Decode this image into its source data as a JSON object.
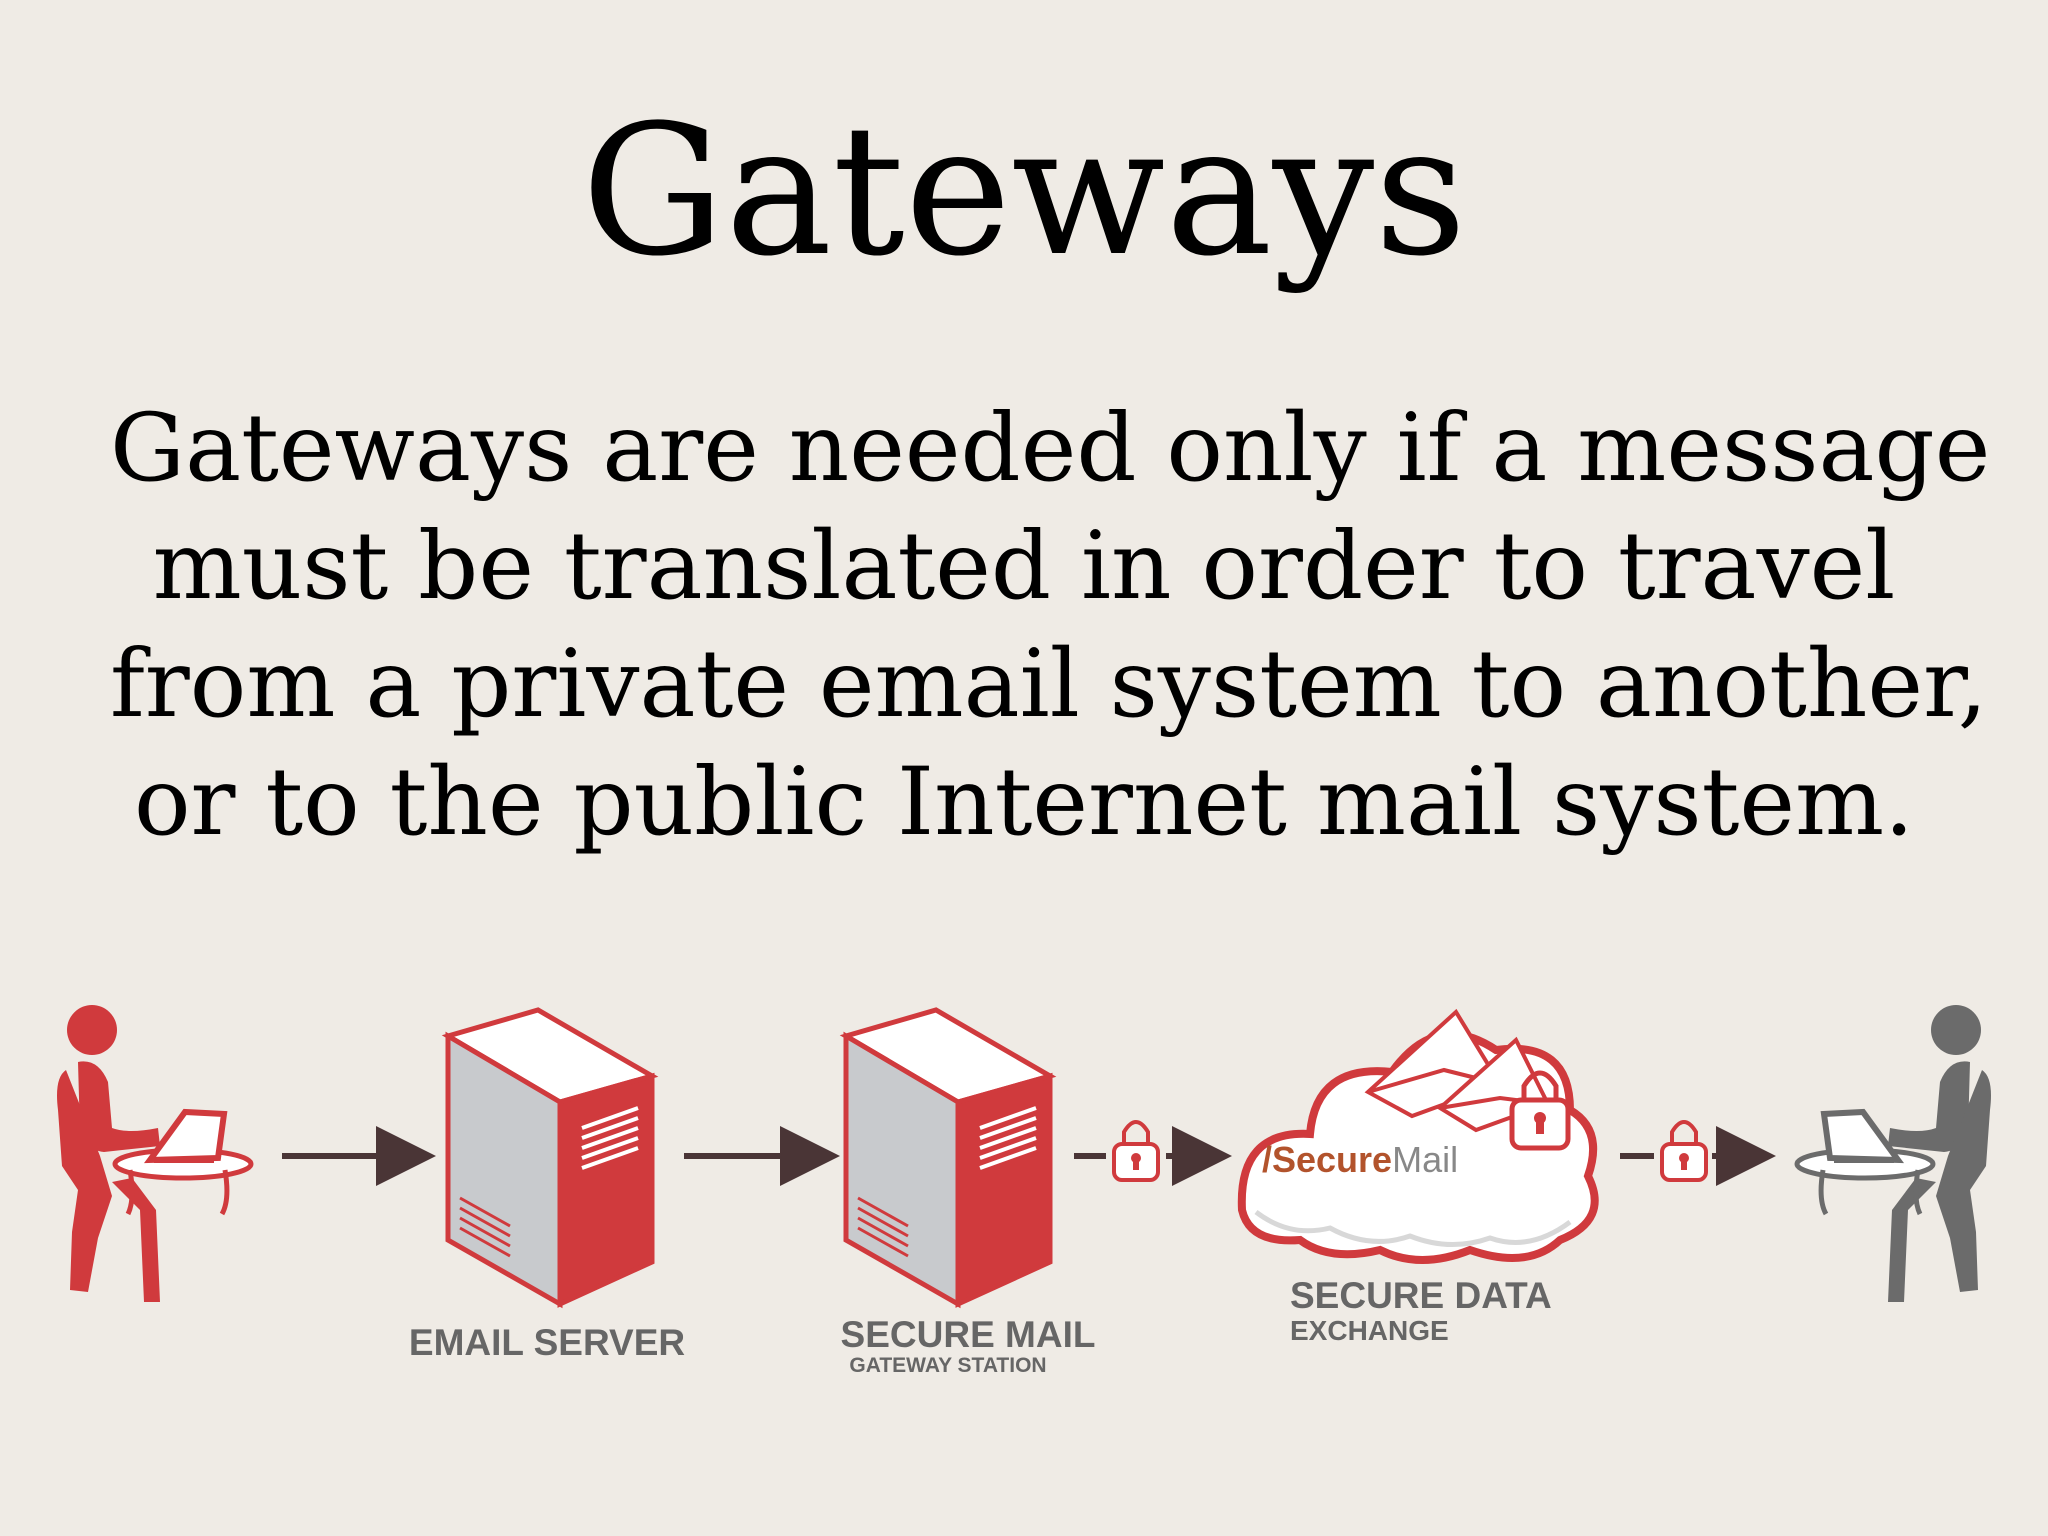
{
  "slide": {
    "title": "Gateways",
    "body_lines": [
      "Gateways are needed only if a message",
      "must be translated in order to travel",
      "from a private email system to another,",
      "or to the public Internet mail system."
    ]
  },
  "diagram": {
    "email_server_label": "EMAIL SERVER",
    "gateway_label": "SECURE MAIL",
    "gateway_sublabel": "GATEWAY STATION",
    "exchange_label": "SECURE DATA",
    "exchange_sublabel": "EXCHANGE",
    "cloud_brand_prefix": "/Secure",
    "cloud_brand_suffix": "Mail"
  },
  "colors": {
    "background": "#efebe5",
    "accent_red": "#d03a3d",
    "gray_figure": "#6b6b6b",
    "label_gray": "#666666"
  }
}
